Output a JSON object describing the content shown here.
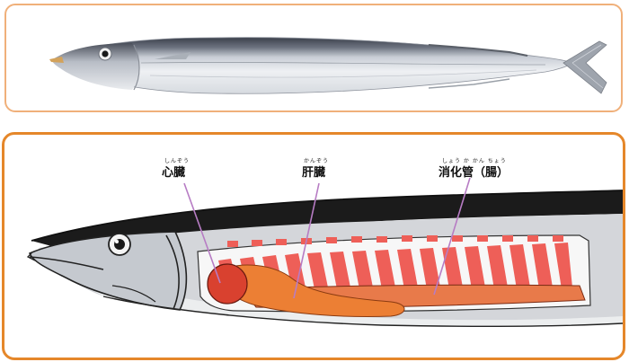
{
  "labels": {
    "heart": {
      "text": "心臓",
      "ruby": "しんぞう"
    },
    "liver": {
      "text": "肝臓",
      "ruby": "かんぞう"
    },
    "digestive": {
      "text": "消化管（腸）",
      "ruby": "しょう か かん ちょう"
    }
  },
  "colors": {
    "top_border": "#f0b07a",
    "bottom_border": "#e5872a",
    "heart": "#d9412f",
    "liver": "#ec7f34",
    "intestine": "#e87a4a",
    "muscle": "#ee5f58",
    "pointer_line": "#b77cc4"
  }
}
